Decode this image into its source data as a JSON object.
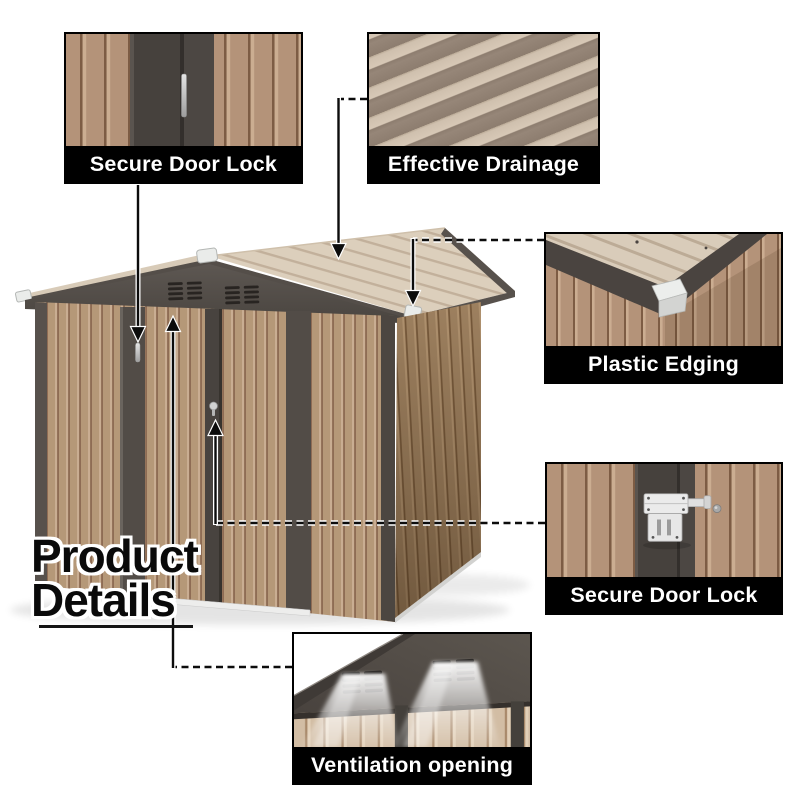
{
  "title": {
    "line1": "Product",
    "line2": "Details"
  },
  "callouts": {
    "door_lock_top": {
      "label": "Secure Door Lock"
    },
    "drainage": {
      "label": "Effective Drainage"
    },
    "plastic_edging": {
      "label": "Plastic Edging"
    },
    "door_lock_right": {
      "label": "Secure Door Lock"
    },
    "ventilation": {
      "label": "Ventilation opening"
    }
  },
  "palette": {
    "background": "#ffffff",
    "label_bg": "#000000",
    "label_text": "#ffffff",
    "wall_tan": "#b49379",
    "wall_ridge_shadow": "#7d5c44",
    "wall_ridge_highlight": "#cbad91",
    "side_wall_tan": "#9d7f5e",
    "trim_dark": "#4f4944",
    "roof_cream": "#dccfbc",
    "roof_stripe": "#c2b09b",
    "drainage_base": "#8d7d6f",
    "drainage_stripe": "#d7c8b6",
    "corner_cap_white": "#eaecea",
    "leader_line": "#0c0c0c"
  }
}
